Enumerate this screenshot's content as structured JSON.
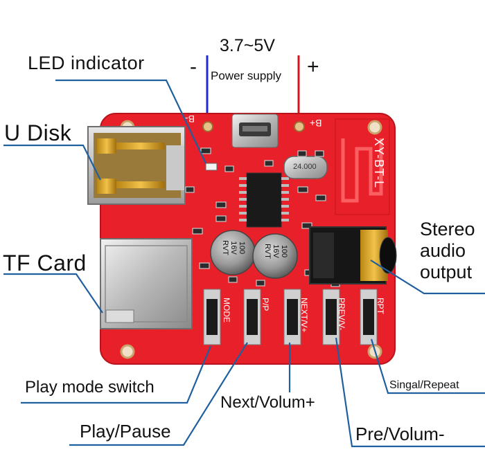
{
  "power": {
    "voltage": "3.7~5V",
    "supply_label": "Power supply",
    "minus": "-",
    "plus": "+",
    "b_minus": "B-",
    "b_plus": "B+"
  },
  "board": {
    "model": "XY-BT-L",
    "crystal": "24.000",
    "cap_left": [
      "100",
      "16V",
      "RVT"
    ],
    "cap_right": [
      "100",
      "16V",
      "RVT"
    ],
    "btn_silk": [
      "MODE",
      "P/P",
      "NEXT/V+",
      "PREV/V-",
      "RPT"
    ]
  },
  "labels": {
    "led": "LED indicator",
    "udisk": "U Disk",
    "tfcard": "TF Card",
    "stereo": [
      "Stereo",
      "audio",
      "output"
    ],
    "mode": "Play mode switch",
    "playpause": "Play/Pause",
    "next": "Next/Volum+",
    "prev": "Pre/Volum-",
    "repeat": "Singal/Repeat"
  },
  "colors": {
    "pcb": "#e8202a",
    "pcb_edge": "#b9141c",
    "leader": "#1f5f9e",
    "wire_minus": "#1b2bd1",
    "wire_plus": "#d4161c"
  }
}
